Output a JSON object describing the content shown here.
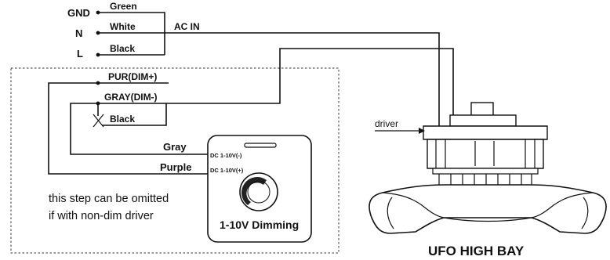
{
  "terminals": {
    "gnd": "GND",
    "n": "N",
    "l": "L"
  },
  "wires": {
    "green": "Green",
    "white": "White",
    "black": "Black",
    "ac_in": "AC IN",
    "pur_dim": "PUR(DIM+)",
    "gray_dim": "GRAY(DIM-)",
    "black_cut": "Black",
    "gray": "Gray",
    "purple": "Purple"
  },
  "dimmer": {
    "dc_minus": "DC 1-10V(-)",
    "dc_plus": "DC 1-10V(+)",
    "title": "1-10V Dimming"
  },
  "note": {
    "line1": "this step can be omitted",
    "line2": "if with non-dim driver"
  },
  "fixture": {
    "driver_label": "driver",
    "name": "UFO HIGH BAY"
  }
}
